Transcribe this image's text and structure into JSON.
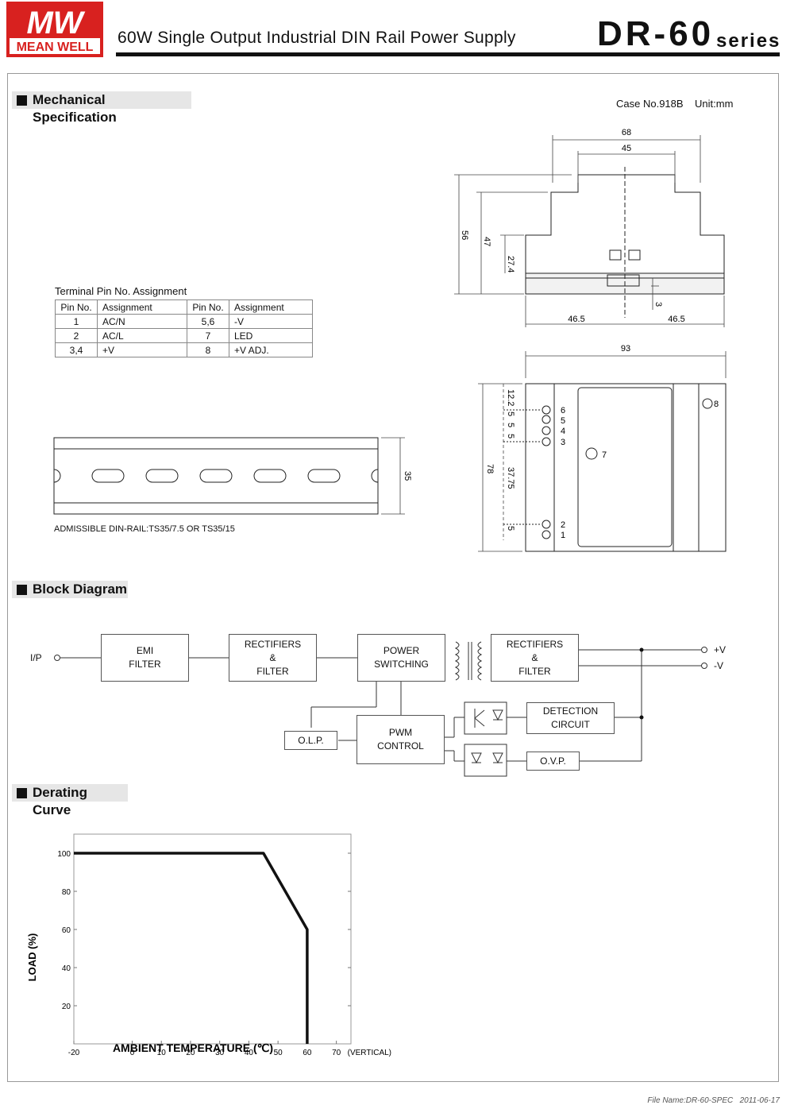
{
  "header": {
    "brand_mark": "MW",
    "brand_name": "MEAN WELL",
    "title": "60W Single Output Industrial DIN Rail Power Supply",
    "model": "DR-60",
    "series": "series"
  },
  "sections": {
    "mechanical": "Mechanical Specification",
    "block": "Block Diagram",
    "derating": "Derating Curve"
  },
  "mechanical": {
    "case": "Case No.918B",
    "unit": "Unit:mm",
    "dims_top": {
      "w68": "68",
      "w45": "45",
      "h56": "56",
      "h47": "47",
      "h27": "27.4",
      "h3": "3",
      "l46": "46.5",
      "r46": "46.5"
    },
    "dims_front": {
      "w93": "93",
      "h78": "78",
      "d12": "12.2",
      "d5a": "5",
      "d5b": "5",
      "d5c": "5",
      "d37": "37.75",
      "d5d": "5"
    },
    "pin_labels": [
      "6",
      "5",
      "4",
      "3",
      "2",
      "1",
      "7",
      "8"
    ],
    "rail_height": "35",
    "rail_note": "ADMISSIBLE DIN-RAIL:TS35/7.5 OR TS35/15"
  },
  "terminal": {
    "caption": "Terminal Pin No.  Assignment",
    "headers": [
      "Pin No.",
      "Assignment",
      "Pin No.",
      "Assignment"
    ],
    "rows": [
      [
        "1",
        "AC/N",
        "5,6",
        "-V"
      ],
      [
        "2",
        "AC/L",
        "7",
        "LED"
      ],
      [
        "3,4",
        "+V",
        "8",
        "+V ADJ."
      ]
    ]
  },
  "block_diagram": {
    "input": "I/P",
    "emi": "EMI\nFILTER",
    "rect1": "RECTIFIERS\n&\nFILTER",
    "power": "POWER\nSWITCHING",
    "rect2": "RECTIFIERS\n&\nFILTER",
    "detection": "DETECTION\nCIRCUIT",
    "olp": "O.L.P.",
    "pwm": "PWM\nCONTROL",
    "ovp": "O.V.P.",
    "out_pos": "+V",
    "out_neg": "-V"
  },
  "chart_data": {
    "type": "line",
    "xlabel": "AMBIENT TEMPERATURE (℃)",
    "ylabel": "LOAD (%)",
    "x_ticks": [
      "-20",
      "0",
      "10",
      "20",
      "30",
      "40",
      "50",
      "60",
      "70"
    ],
    "x_note": "(VERTICAL)",
    "y_ticks": [
      "20",
      "40",
      "60",
      "80",
      "100"
    ],
    "xlim": [
      -20,
      75
    ],
    "ylim": [
      0,
      110
    ],
    "series": [
      {
        "x": [
          -20,
          45,
          60,
          60
        ],
        "y": [
          100,
          100,
          60,
          0
        ]
      }
    ]
  },
  "footer": {
    "file": "File Name:DR-60-SPEC",
    "date": "2011-06-17"
  }
}
